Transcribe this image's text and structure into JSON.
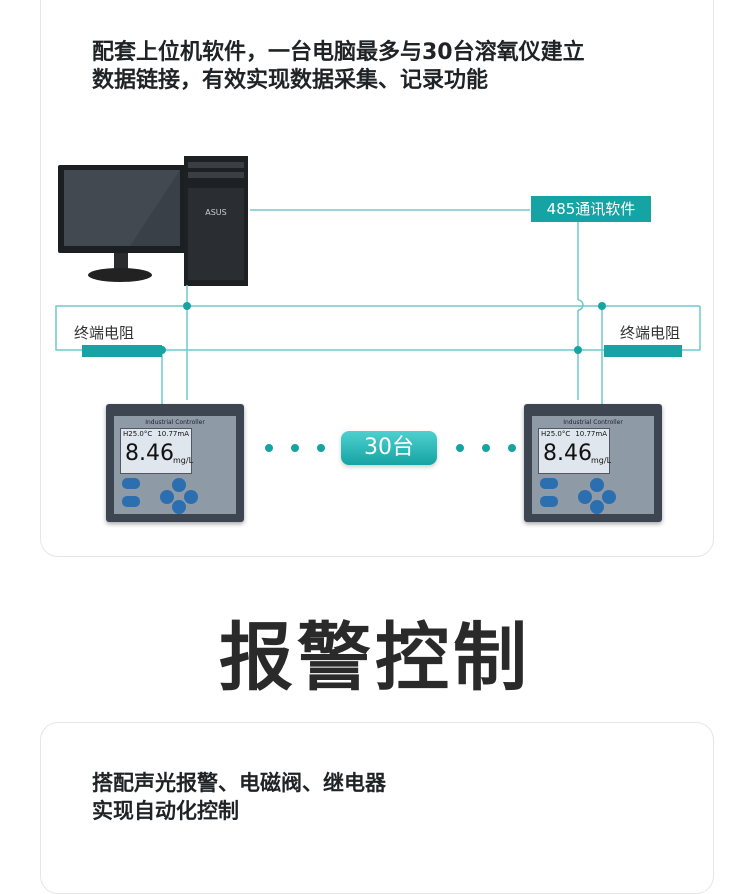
{
  "intro": {
    "line1": "配套上位机软件，一台电脑最多与30台溶氧仪建立",
    "line2": "数据链接，有效实现数据采集、记录功能"
  },
  "diagram": {
    "software_label": "485通讯软件",
    "resistor_left": "终端电阻",
    "resistor_right": "终端电阻",
    "count_label": "30台",
    "meter": {
      "brand": "Industrial Controller",
      "temp": "H25.0°C",
      "current": "10.77mA",
      "value": "8.46",
      "unit": "mg/L"
    }
  },
  "section_title": "报警控制",
  "feature": {
    "line1": "搭配声光报警、电磁阀、继电器",
    "line2": "实现自动化控制"
  },
  "colors": {
    "teal": "#16a3a3",
    "line": "#6fcaca"
  }
}
